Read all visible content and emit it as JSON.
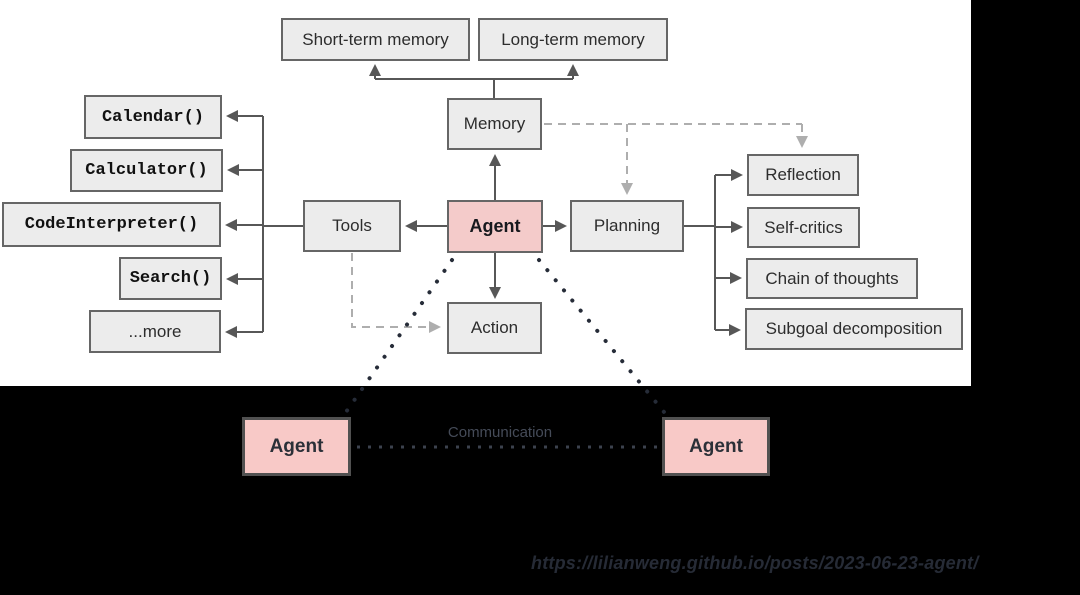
{
  "memory_row": {
    "short_term": "Short-term memory",
    "long_term": "Long-term memory",
    "memory": "Memory"
  },
  "agent": {
    "label": "Agent"
  },
  "tools": {
    "label": "Tools",
    "items": [
      "Calendar()",
      "Calculator()",
      "CodeInterpreter()",
      "Search()",
      "...more"
    ]
  },
  "planning": {
    "label": "Planning",
    "items": [
      "Reflection",
      "Self-critics",
      "Chain of thoughts",
      "Subgoal decomposition"
    ]
  },
  "action": {
    "label": "Action"
  },
  "multi_agent": {
    "agent_left": "Agent",
    "agent_right": "Agent",
    "communication": "Communication"
  },
  "footer": {
    "source_url": "https://lilianweng.github.io/posts/2023-06-23-agent/"
  },
  "colors": {
    "panel_background": "#ffffff",
    "slide_background": "#000000",
    "box_fill": "#ececec",
    "box_border": "#666666",
    "agent_fill": "#f4cbca",
    "agent_bottom_fill": "#f8c9c7",
    "solid_line": "#575757",
    "dashed_line": "#aeaeae",
    "dotted_line": "#262c38",
    "url_text": "#262b36"
  }
}
